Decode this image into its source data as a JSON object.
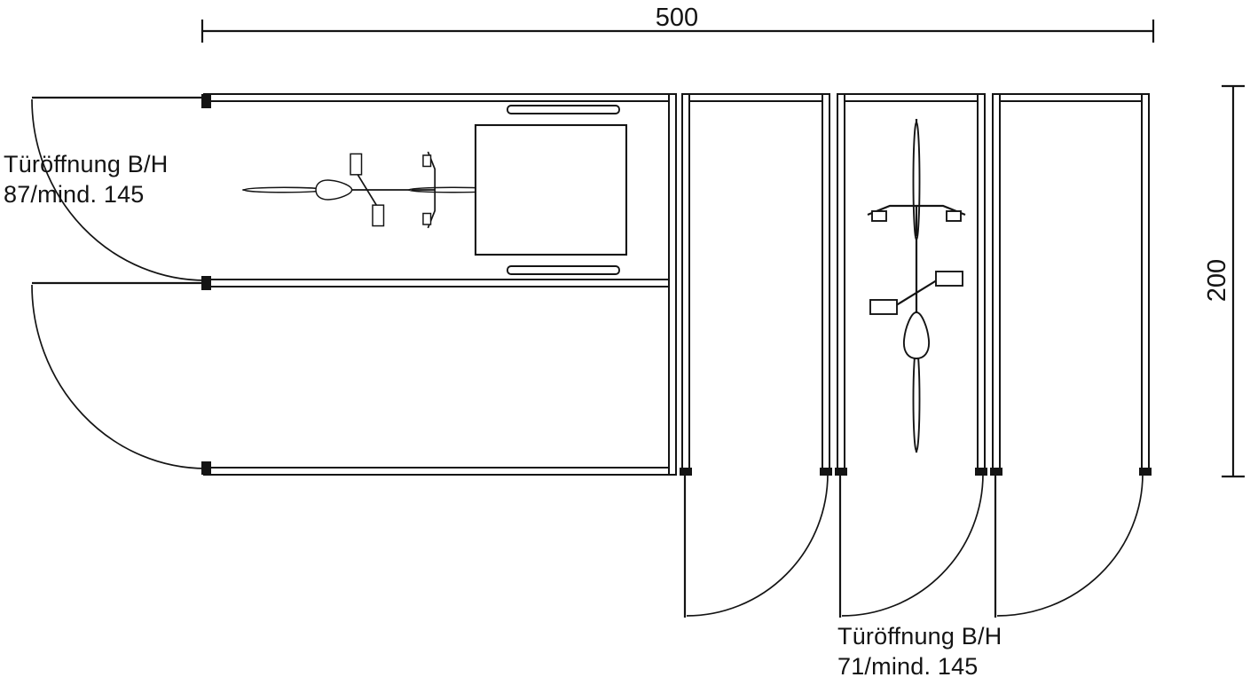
{
  "colors": {
    "line": "#141414",
    "background": "#ffffff"
  },
  "dimensions": {
    "width": {
      "value": "500"
    },
    "depth": {
      "value": "200"
    }
  },
  "annotations": {
    "left_door": {
      "line1": "Türöffnung B/H",
      "line2": "87/mind. 145"
    },
    "bottom_door": {
      "line1": "Türöffnung B/H",
      "line2": "71/mind. 145"
    }
  },
  "icons": {
    "bicycle_horizontal": "bicycle-top-view",
    "bicycle_vertical": "bicycle-top-view",
    "trailer": "bike-trailer-box"
  }
}
